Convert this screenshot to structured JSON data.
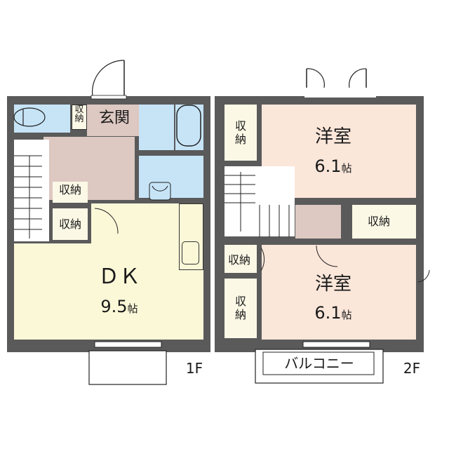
{
  "floor_plan": {
    "floors": [
      {
        "label": "1F",
        "rooms": [
          {
            "name": "dk",
            "label": "ＤＫ",
            "area": "9.5",
            "unit": "帖",
            "color": "#fbf8d8"
          },
          {
            "name": "entrance",
            "label": "玄関",
            "color": "#ddc8c2"
          },
          {
            "name": "toilet",
            "color": "#c7e4f7"
          },
          {
            "name": "bath",
            "color": "#c7e4f7"
          },
          {
            "name": "washroom",
            "color": "#c7e4f7"
          },
          {
            "name": "storage-entrance",
            "label_v1": "収",
            "label_v2": "納"
          },
          {
            "name": "storage-1",
            "label": "収納"
          },
          {
            "name": "storage-2",
            "label": "収納"
          }
        ]
      },
      {
        "label": "2F",
        "rooms": [
          {
            "name": "western-room-north",
            "label": "洋室",
            "area": "6.1",
            "unit": "帖",
            "color": "#fbe6da"
          },
          {
            "name": "western-room-south",
            "label": "洋室",
            "area": "6.1",
            "unit": "帖",
            "color": "#fbe6da"
          },
          {
            "name": "hall",
            "color": "#ddc8c2"
          },
          {
            "name": "storage-nw",
            "label_v1": "収",
            "label_v2": "納"
          },
          {
            "name": "storage-center",
            "label": "収納"
          },
          {
            "name": "storage-sw-upper",
            "label": "収納"
          },
          {
            "name": "storage-sw-lower",
            "label_v1": "収",
            "label_v2": "納"
          }
        ],
        "balcony": {
          "label": "バルコニー"
        }
      }
    ],
    "colors": {
      "wall": "#5a5a5a",
      "storage": "#fbf8e6",
      "water": "#c7e4f7",
      "entrance": "#ddc8c2",
      "dk": "#fbf8d8",
      "western": "#fbe6da"
    }
  }
}
